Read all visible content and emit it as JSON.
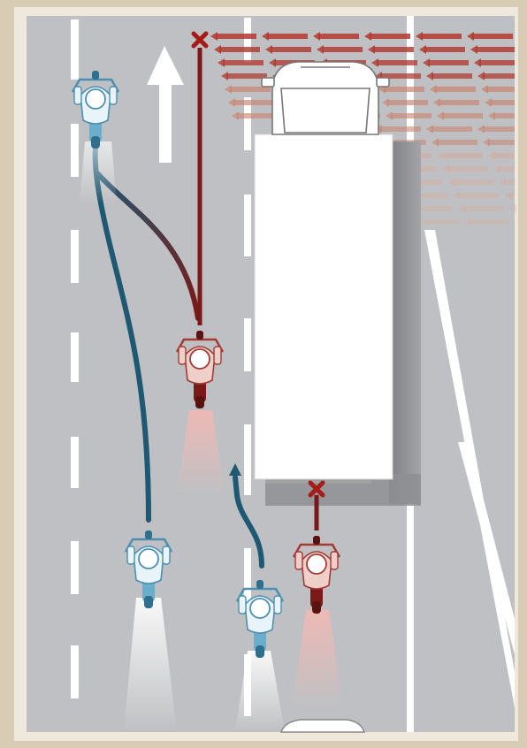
{
  "colors": {
    "frame": "#d8ccb4",
    "road": "#bfc0c3",
    "lane_marking": "#ffffff",
    "truck_body": "#ffffff",
    "truck_shadow": "#8e8f93",
    "safe_path": "#1f5872",
    "danger_path": "#7a1a18",
    "blocked_marker": "#a61b18",
    "safe_rider": "#6aaecb",
    "danger_rider": "#b3423e"
  },
  "legend": {
    "safe_path": "blue-path",
    "danger_path": "red-path",
    "blocked_marker": "x-mark",
    "direction": "up-arrow-icon"
  },
  "scene": {
    "direction_of_travel": "up",
    "riders_safe": 3,
    "riders_danger": 2,
    "blocked_points": 2
  }
}
